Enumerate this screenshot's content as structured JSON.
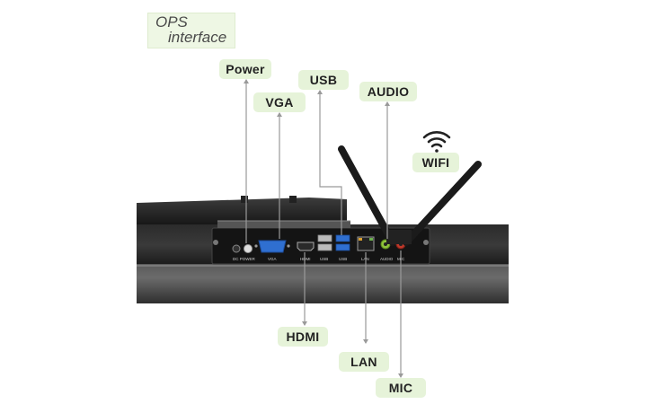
{
  "title": {
    "line1": "OPS",
    "line2": "interface"
  },
  "labels": {
    "power": "Power",
    "vga": "VGA",
    "usb": "USB",
    "audio": "AUDIO",
    "wifi": "WIFI",
    "hdmi": "HDMI",
    "lan": "LAN",
    "mic": "MIC"
  },
  "panel_markings": {
    "dc_power": "DC POWER",
    "vga": "VGA",
    "hdmi": "HDMI",
    "usb_a": "USB",
    "usb_b": "USB",
    "lan": "LAN",
    "audio": "AUDIO",
    "mic": "MIC"
  },
  "icons": {
    "wifi": "wifi-icon"
  },
  "colors": {
    "label_bg": "#e6f3d9",
    "leader_line": "#9a9a9a",
    "usb_blue": "#2f6fd0",
    "audio_green": "#8fc33a",
    "mic_red": "#c0392b"
  }
}
